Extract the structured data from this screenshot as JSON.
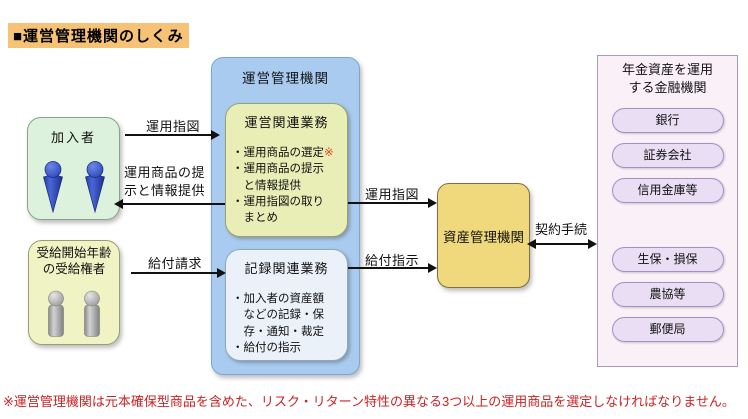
{
  "title": "■運営管理機関のしくみ",
  "boxes": {
    "participants": {
      "label": "加入者"
    },
    "beneficiaries": {
      "label_line1": "受給開始年齢",
      "label_line2": "の受給権者"
    },
    "admin": {
      "label": "運営管理機関",
      "operation": {
        "title": "運営関連業務",
        "lines": [
          {
            "t": "・運用商品の選定",
            "m": "※"
          },
          {
            "t": "・運用商品の提示",
            "m": ""
          },
          {
            "t": "　と情報提供",
            "m": ""
          },
          {
            "t": "・運用指図の取り",
            "m": ""
          },
          {
            "t": "　まとめ",
            "m": ""
          }
        ]
      },
      "record": {
        "title": "記録関連業務",
        "lines": [
          {
            "t": "・加入者の資産額",
            "m": ""
          },
          {
            "t": "　などの記録・保",
            "m": ""
          },
          {
            "t": "　存・通知・裁定",
            "m": ""
          },
          {
            "t": "・給付の指示",
            "m": ""
          }
        ]
      }
    },
    "asset": {
      "label": "資産管理機関"
    },
    "financial": {
      "title_line1": "年金資産を運用",
      "title_line2": "する金融機関",
      "group1": [
        "銀行",
        "証券会社",
        "信用金庫等"
      ],
      "group2": [
        "生保・損保",
        "農協等",
        "郵便局"
      ]
    }
  },
  "arrows": {
    "instruction_to_admin": "運用指図",
    "product_info_line1": "運用商品の提",
    "product_info_line2": "示と情報提供",
    "benefit_request": "給付請求",
    "instruction_to_asset": "運用指図",
    "benefit_instruction": "給付指示",
    "contract": "契約手続"
  },
  "note": "※運営管理機関は元本確保型商品を含めた、リスク・リターン特性の異なる3つ以上の運用商品を選定しなければなりません。",
  "colors": {
    "title_bg": "#f6c276",
    "admin_box": "#a8cbef",
    "operation_box": "#e8eeb6",
    "record_box": "#eaf1f9",
    "participants_box": "#dcf2dc",
    "beneficiaries_box": "#f0f4c4",
    "asset_box": "#f0d97c",
    "financial_box": "#faf0f8",
    "pill": "#e9def3",
    "person_blue": "#2d4fc4",
    "person_gray": "#a8a8a8",
    "note_red": "#cc2222",
    "mark_red": "#dd4a22"
  }
}
